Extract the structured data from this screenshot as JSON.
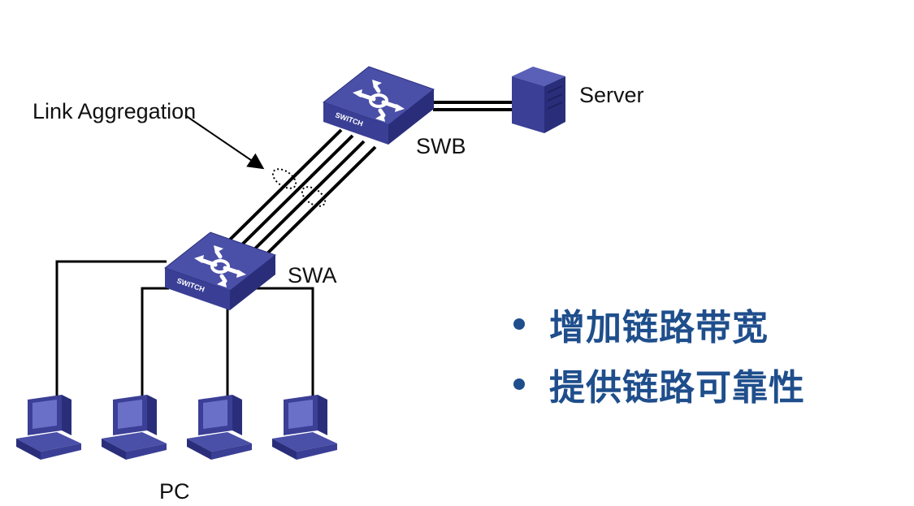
{
  "labels": {
    "link_aggregation": "Link Aggregation",
    "swb": "SWB",
    "swa": "SWA",
    "server": "Server",
    "pc": "PC",
    "switch_text": "SWITCH"
  },
  "bullets": [
    {
      "text": "增加链路带宽"
    },
    {
      "text": "提供链路可靠性"
    }
  ],
  "colors": {
    "bullet_text": "#1f4e8c",
    "switch_top": "#4a4fa8",
    "switch_side": "#2a2e7a",
    "pc_body": "#3b3f96",
    "server_body": "#2d3182"
  }
}
